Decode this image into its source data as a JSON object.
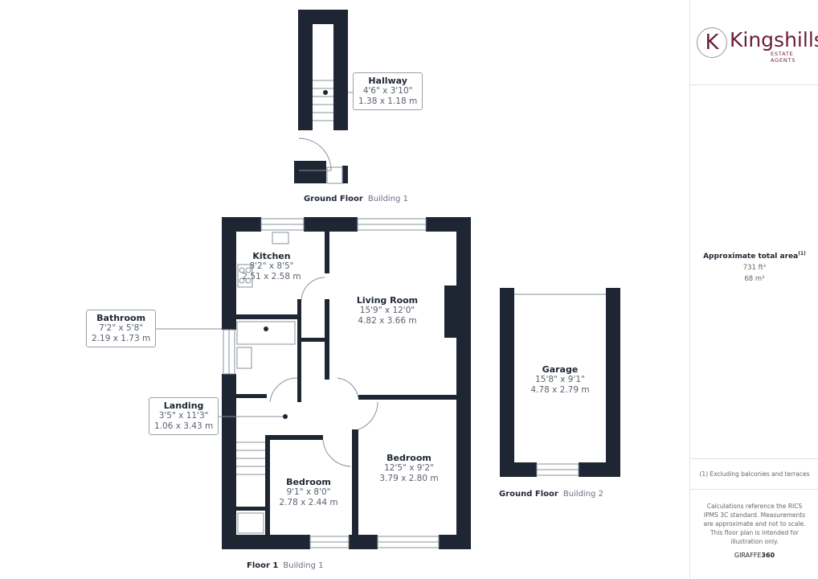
{
  "brand": {
    "name": "Kingshills",
    "tagline": "ESTATE AGENTS",
    "initial": "K",
    "color": "#6b1d3a"
  },
  "colors": {
    "wall": "#1e2633",
    "text": "#5b6170"
  },
  "rooms": {
    "hallway": {
      "name": "Hallway",
      "imperial": "4'6\" x 3'10\"",
      "metric": "1.38 x 1.18 m"
    },
    "kitchen": {
      "name": "Kitchen",
      "imperial": "8'2\" x 8'5\"",
      "metric": "2.51 x 2.58 m"
    },
    "living": {
      "name": "Living Room",
      "imperial": "15'9\" x 12'0\"",
      "metric": "4.82 x 3.66 m"
    },
    "bathroom": {
      "name": "Bathroom",
      "imperial": "7'2\" x 5'8\"",
      "metric": "2.19 x 1.73 m"
    },
    "landing": {
      "name": "Landing",
      "imperial": "3'5\" x 11'3\"",
      "metric": "1.06 x 3.43 m"
    },
    "bedroom1": {
      "name": "Bedroom",
      "imperial": "9'1\" x 8'0\"",
      "metric": "2.78 x 2.44 m"
    },
    "bedroom2": {
      "name": "Bedroom",
      "imperial": "12'5\" x 9'2\"",
      "metric": "3.79 x 2.80 m"
    },
    "garage": {
      "name": "Garage",
      "imperial": "15'8\" x 9'1\"",
      "metric": "4.78 x 2.79 m"
    }
  },
  "floors": {
    "ground1": {
      "floor": "Ground Floor",
      "building": "Building 1"
    },
    "first1": {
      "floor": "Floor 1",
      "building": "Building 1"
    },
    "ground2": {
      "floor": "Ground Floor",
      "building": "Building 2"
    }
  },
  "panel": {
    "area_label": "Approximate total area",
    "area_note_ref": "(1)",
    "area_ft": "731 ft²",
    "area_m": "68 m²",
    "footnote": "(1) Excluding balconies and terraces",
    "disclaimer": "Calculations reference the RICS IPMS 3C standard. Measurements are approximate and not to scale. This floor plan is intended for illustration only.",
    "credit_a": "GIRAFFE",
    "credit_b": "360"
  }
}
